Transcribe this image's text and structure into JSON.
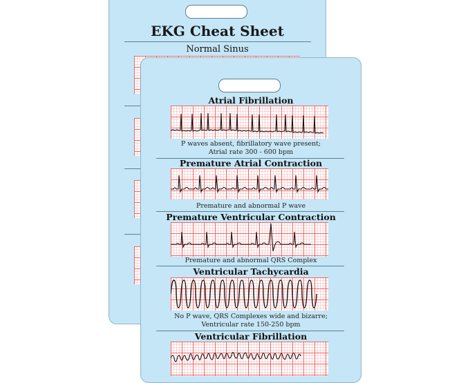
{
  "back_card": {
    "title": "EKG Cheat Sheet",
    "section_title": "Normal Sinus"
  },
  "front_card": {
    "sections": [
      {
        "title": "Atrial Fibrillation",
        "caption_lines": [
          "P waves absent, fibrillatory wave present;",
          "Atrial rate 300 - 600 bpm"
        ]
      },
      {
        "title": "Premature Atrial Contraction",
        "caption_lines": [
          "Premature and abnormal P wave"
        ]
      },
      {
        "title": "Premature Ventricular Contraction",
        "caption_lines": [
          "Premature and abnormal QRS Complex"
        ]
      },
      {
        "title": "Ventricular Tachycardia",
        "caption_lines": [
          "No P wave, QRS Complexes wide and bizarre;",
          "Ventricular rate 150-250 bpm"
        ]
      },
      {
        "title": "Ventricular Fibrillation",
        "caption_lines": []
      }
    ]
  },
  "colors": {
    "card_bg": "#c5e6f6",
    "grid_major": "#eb4646",
    "trace": "#111111"
  }
}
